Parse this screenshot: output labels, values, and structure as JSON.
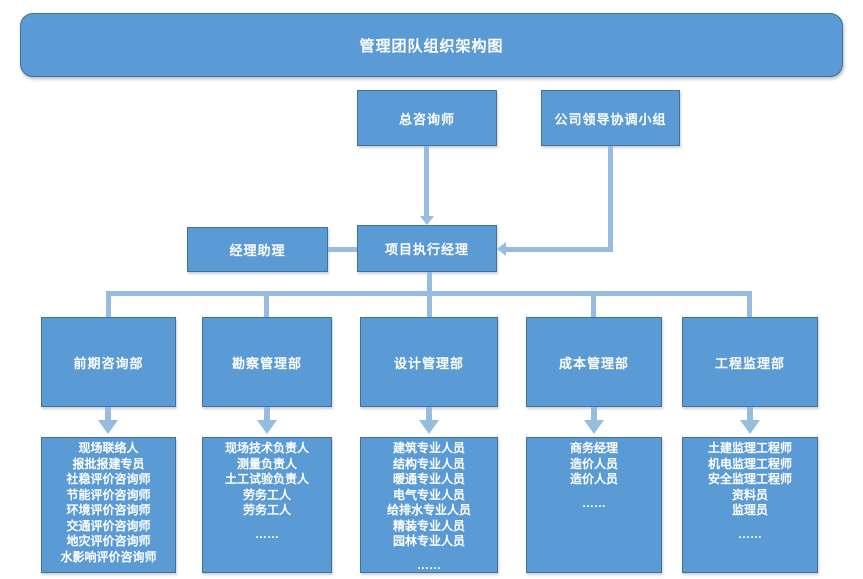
{
  "title": "管理团队组织架构图",
  "colors": {
    "box_fill": "#5b9bd5",
    "box_border": "#41719c",
    "connector": "#96bcdf",
    "text": "#ffffff"
  },
  "top_nodes": {
    "chief_consultant": "总咨询师",
    "leadership_group": "公司领导协调小组"
  },
  "mid_nodes": {
    "manager_assistant": "经理助理",
    "project_executive_manager": "项目执行经理"
  },
  "departments": [
    {
      "title": "前期咨询部",
      "members": [
        "现场联络人",
        "报批报建专员",
        "社稳评价咨询师",
        "节能评价咨询师",
        "环境评价咨询师",
        "交通评价咨询师",
        "地灾评价咨询师",
        "水影响评价咨询师"
      ]
    },
    {
      "title": "勘察管理部",
      "members": [
        "现场技术负责人",
        "测量负责人",
        "土工试验负责人",
        "劳务工人",
        "劳务工人",
        "",
        "……"
      ]
    },
    {
      "title": "设计管理部",
      "members": [
        "建筑专业人员",
        "结构专业人员",
        "暖通专业人员",
        "电气专业人员",
        "给排水专业人员",
        "精装专业人员",
        "园林专业人员",
        "",
        "……"
      ]
    },
    {
      "title": "成本管理部",
      "members": [
        "商务经理",
        "造价人员",
        "造价人员",
        "",
        "……"
      ]
    },
    {
      "title": "工程监理部",
      "members": [
        "土建监理工程师",
        "机电监理工程师",
        "安全监理工程师",
        "资料员",
        "监理员",
        "",
        "……"
      ]
    }
  ]
}
